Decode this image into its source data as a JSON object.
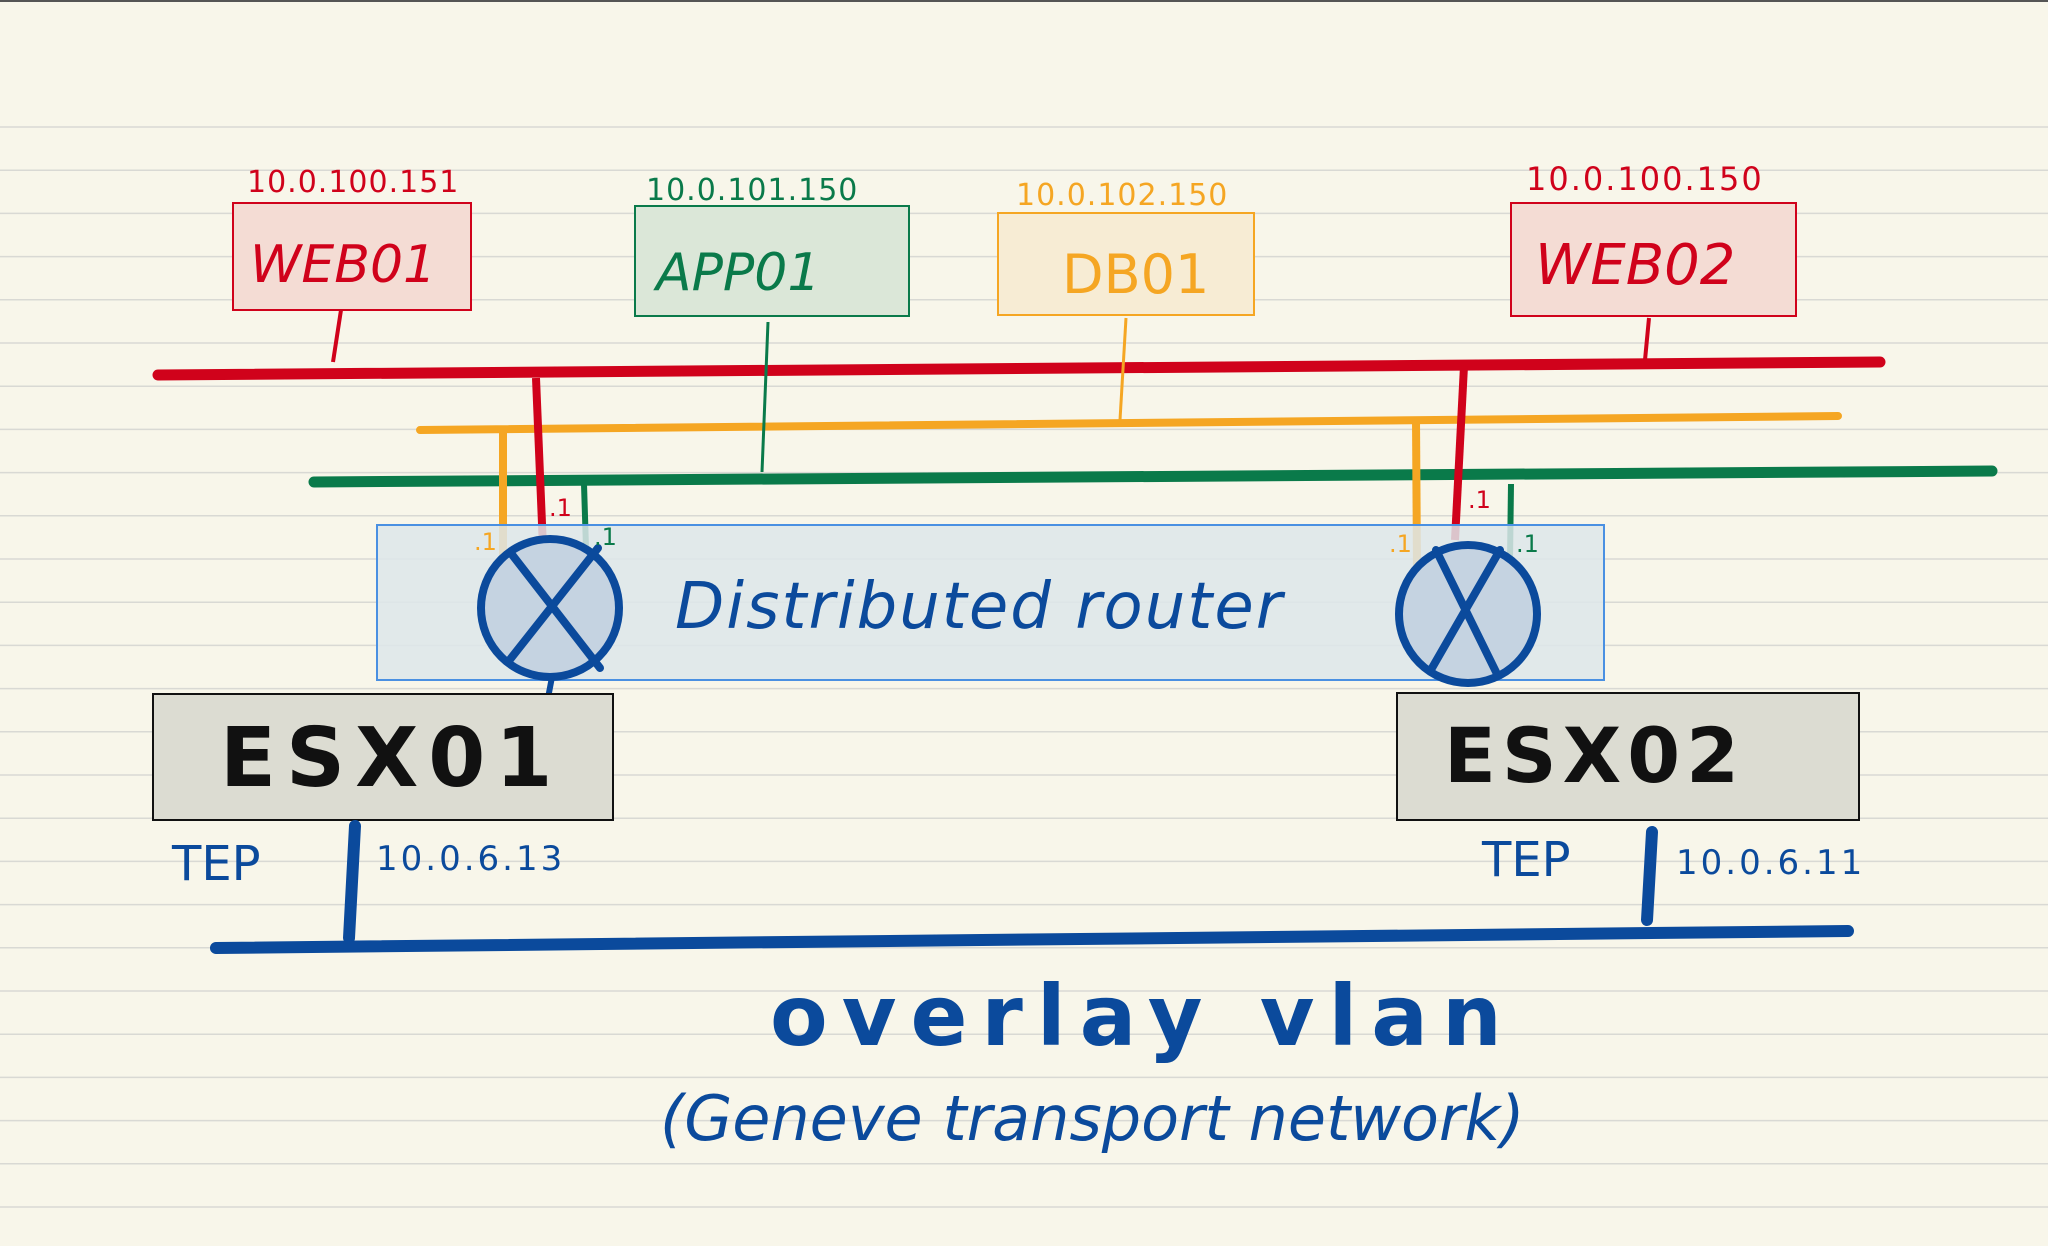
{
  "colors": {
    "paper": "#f8f6ea",
    "paper_line": "#d9d9d4",
    "red": "#d0021b",
    "green": "#0a7a4a",
    "orange": "#f5a623",
    "blue": "#0b4a9c",
    "black": "#111111",
    "host_fill": "#dcdcd2",
    "router_box_fill": "#dde6ea",
    "router_box_stroke": "#4a90e2",
    "router_fill": "#c5d3e1",
    "red_fill": "#f4dcd4",
    "green_fill": "#dbe7d8",
    "orange_fill": "#f7ecd4"
  },
  "vms": [
    {
      "name": "WEB01",
      "ip": "10.0.100.151",
      "segment": "red"
    },
    {
      "name": "APP01",
      "ip": "10.0.101.150",
      "segment": "green"
    },
    {
      "name": "DB01",
      "ip": "10.0.102.150",
      "segment": "orange"
    },
    {
      "name": "WEB02",
      "ip": "10.0.100.150",
      "segment": "red"
    }
  ],
  "router": {
    "label": "Distributed router",
    "interface_label": ".1"
  },
  "hosts": [
    {
      "name": "ESX01",
      "tep_label": "TEP",
      "tep_ip": "10.0.6.13"
    },
    {
      "name": "ESX02",
      "tep_label": "TEP",
      "tep_ip": "10.0.6.11"
    }
  ],
  "overlay": {
    "title": "overlay vlan",
    "subtitle": "(Geneve transport network)"
  }
}
